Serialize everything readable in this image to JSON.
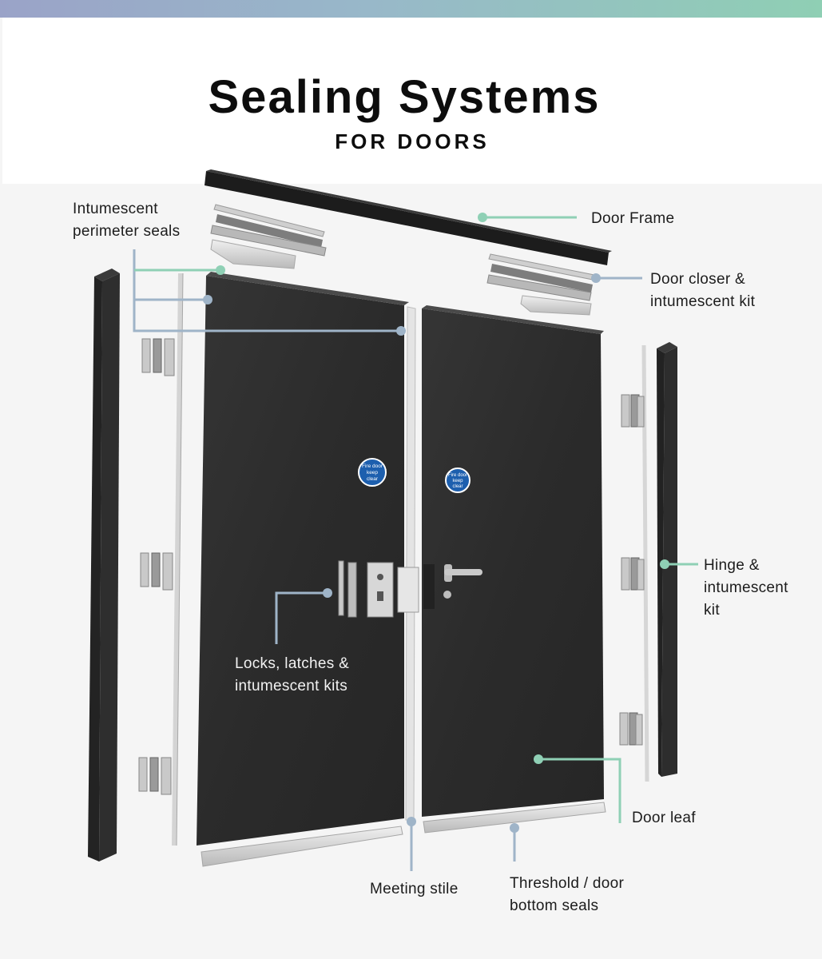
{
  "header": {
    "title": "Sealing Systems",
    "subtitle": "FOR DOORS"
  },
  "sign": {
    "text_line1": "Fire door",
    "text_line2": "keep",
    "text_line3": "clear"
  },
  "labels": {
    "perimeter_seals": "Intumescent\nperimeter seals",
    "door_frame": "Door Frame",
    "door_closer": "Door closer &\nintumescent kit",
    "hinge": "Hinge &\nintumescent\nkit",
    "locks": "Locks, latches &\nintumescent kits",
    "door_leaf": "Door leaf",
    "meeting_stile": "Meeting stile",
    "threshold": "Threshold / door\nbottom seals"
  },
  "colors": {
    "accent_green": "#8fd0b5",
    "accent_blue": "#9fb4c8",
    "door_dark": "#2c2c2c",
    "frame_black": "#1f1f1f",
    "sign_blue": "#1d5fae"
  }
}
